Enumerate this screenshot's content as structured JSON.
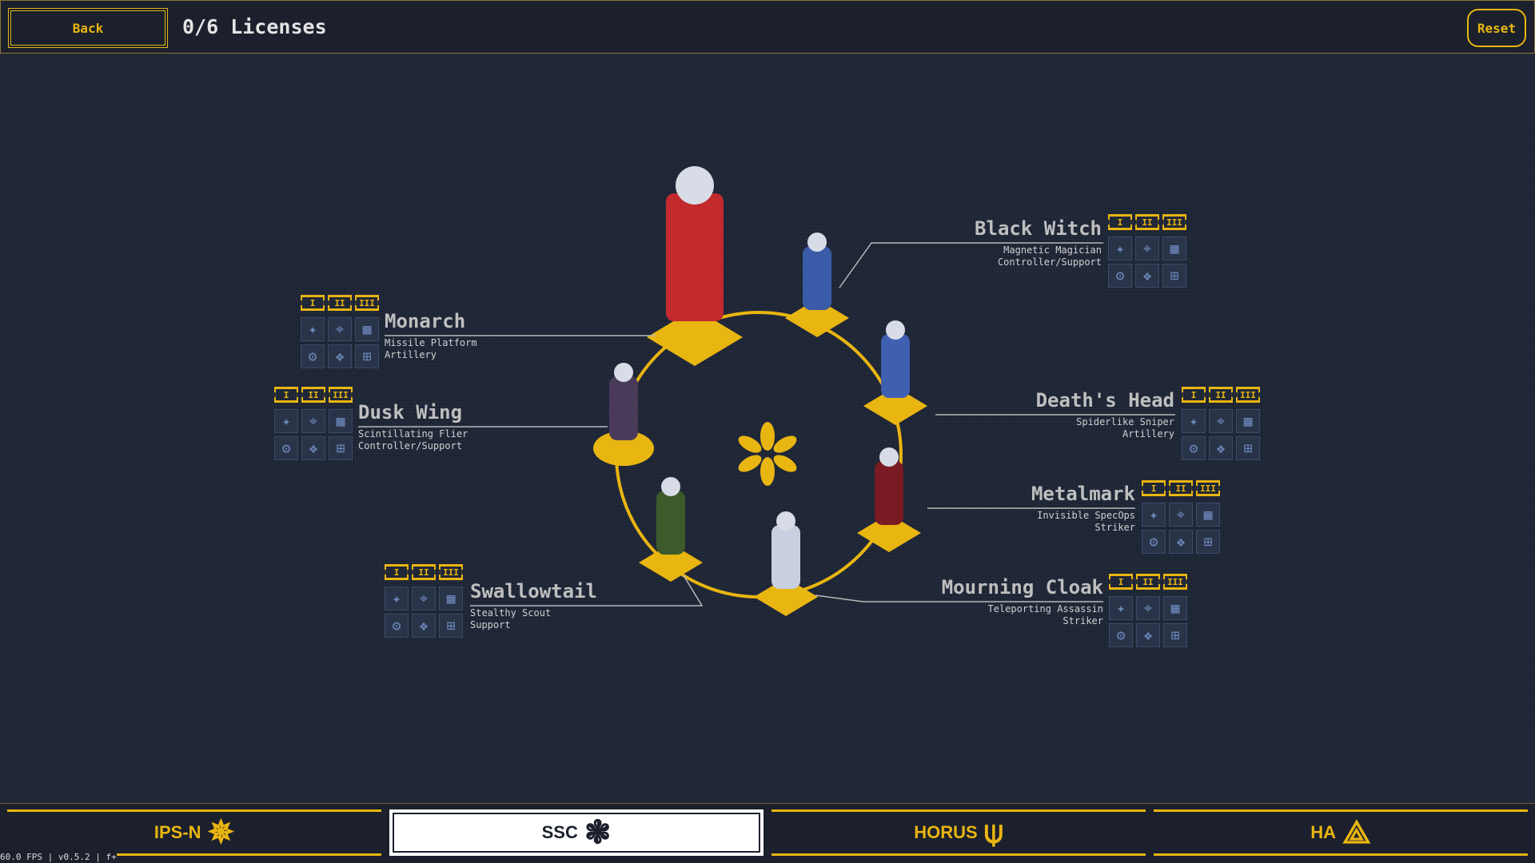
{
  "header": {
    "back_label": "Back",
    "title": "0/6 Licenses",
    "reset_label": "Reset"
  },
  "rank_labels": [
    "I",
    "II",
    "III"
  ],
  "licenses": [
    {
      "name": "Black Witch",
      "line1": "Magnetic Magician",
      "line2": "Controller/Support",
      "color": "#3a5ba8"
    },
    {
      "name": "Monarch",
      "line1": "Missile Platform",
      "line2": "Artillery",
      "color": "#c22a2e"
    },
    {
      "name": "Death's Head",
      "line1": "Spiderlike Sniper",
      "line2": "Artillery",
      "color": "#3f5fb0"
    },
    {
      "name": "Dusk Wing",
      "line1": "Scintillating Flier",
      "line2": "Controller/Support",
      "color": "#4a3a5a"
    },
    {
      "name": "Metalmark",
      "line1": "Invisible SpecOps",
      "line2": "Striker",
      "color": "#7a1a22"
    },
    {
      "name": "Swallowtail",
      "line1": "Stealthy Scout",
      "line2": "Support",
      "color": "#3d5a2a"
    },
    {
      "name": "Mourning Cloak",
      "line1": "Teleporting Assassin",
      "line2": "Striker",
      "color": "#c8cfe0"
    }
  ],
  "tabs": [
    {
      "label": "IPS-N",
      "icon": "ips-n-star-icon",
      "glyph": "✵",
      "active": false
    },
    {
      "label": "SSC",
      "icon": "ssc-flower-icon",
      "glyph": "❃",
      "active": true
    },
    {
      "label": "HORUS",
      "icon": "horus-eye-icon",
      "glyph": "⍦",
      "active": false
    },
    {
      "label": "HA",
      "icon": "ha-triangle-icon",
      "glyph": "⟁",
      "active": false
    }
  ],
  "status_text": "60.0 FPS | v0.5.2 | f+",
  "colors": {
    "accent": "#e9b511",
    "background": "#1d2535"
  }
}
